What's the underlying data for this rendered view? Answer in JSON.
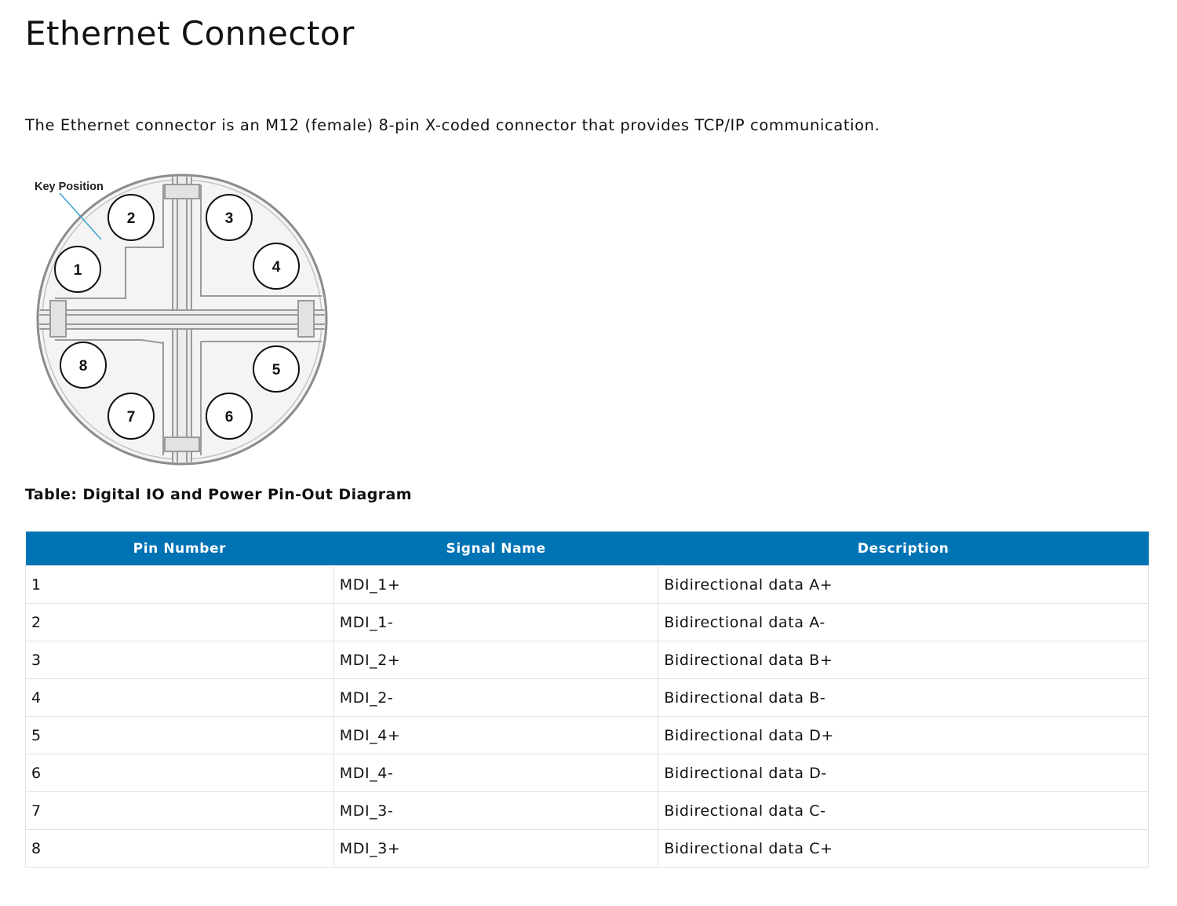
{
  "page": {
    "title": "Ethernet Connector",
    "intro": "The Ethernet connector is an M12 (female) 8-pin X-coded connector that provides TCP/IP communication."
  },
  "diagram": {
    "key_label": "Key Position",
    "pins": [
      "1",
      "2",
      "3",
      "4",
      "5",
      "6",
      "7",
      "8"
    ]
  },
  "table": {
    "caption": "Table: Digital IO and Power Pin-Out Diagram",
    "headers": [
      "Pin Number",
      "Signal Name",
      "Description"
    ],
    "rows": [
      [
        "1",
        "MDI_1+",
        "Bidirectional data A+"
      ],
      [
        "2",
        "MDI_1-",
        "Bidirectional data A-"
      ],
      [
        "3",
        "MDI_2+",
        "Bidirectional data B+"
      ],
      [
        "4",
        "MDI_2-",
        "Bidirectional data B-"
      ],
      [
        "5",
        "MDI_4+",
        "Bidirectional data D+"
      ],
      [
        "6",
        "MDI_4-",
        "Bidirectional data D-"
      ],
      [
        "7",
        "MDI_3-",
        "Bidirectional data C-"
      ],
      [
        "8",
        "MDI_3+",
        "Bidirectional data C+"
      ]
    ]
  },
  "colors": {
    "header_bg": "#0073b5",
    "header_text": "#ffffff",
    "key_line": "#3aa0d0"
  }
}
